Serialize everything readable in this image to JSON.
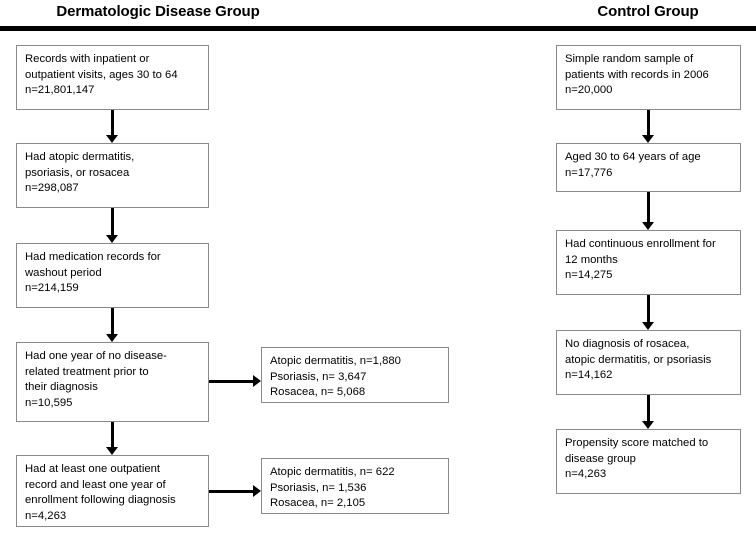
{
  "figure": {
    "type": "flowchart",
    "colors": {
      "background": "#ffffff",
      "box_border": "#8a8a8a",
      "arrow": "#000000",
      "rule": "#000000",
      "text": "#000000"
    }
  },
  "columns": {
    "left": {
      "heading": "Dermatologic Disease Group"
    },
    "right": {
      "heading": "Control Group"
    }
  },
  "disease_group": {
    "step1": {
      "line1": "Records with inpatient or",
      "line2": "outpatient visits, ages 30 to 64",
      "line3": "n=21,801,147"
    },
    "step2": {
      "line1": "Had atopic dermatitis,",
      "line2": "psoriasis, or rosacea",
      "line3": "n=298,087"
    },
    "step3": {
      "line1": "Had medication records for",
      "line2": "washout period",
      "line3": "n=214,159"
    },
    "step4": {
      "line1": "Had one year of no disease-",
      "line2": "related treatment prior to",
      "line3": "their diagnosis",
      "line4": "n=10,595"
    },
    "step5": {
      "line1": "Had at least one outpatient",
      "line2": "record and least one year of",
      "line3": "enrollment following diagnosis",
      "line4": "n=4,263"
    }
  },
  "breakdowns": {
    "after_step4": {
      "line1": "Atopic dermatitis, n=1,880",
      "line2": "Psoriasis, n= 3,647",
      "line3": "Rosacea, n= 5,068"
    },
    "after_step5": {
      "line1": "Atopic dermatitis, n= 622",
      "line2": "Psoriasis, n= 1,536",
      "line3": "Rosacea, n= 2,105"
    }
  },
  "control_group": {
    "step1": {
      "line1": "Simple random sample of",
      "line2": "patients with records in 2006",
      "line3": "n=20,000"
    },
    "step2": {
      "line1": "Aged 30 to 64 years of age",
      "line2": "n=17,776"
    },
    "step3": {
      "line1": "Had continuous enrollment for",
      "line2": "12 months",
      "line3": "n=14,275"
    },
    "step4": {
      "line1": "No diagnosis of rosacea,",
      "line2": "atopic dermatitis, or psoriasis",
      "line3": "n=14,162"
    },
    "step5": {
      "line1": "Propensity score matched to",
      "line2": "disease group",
      "line3": "n=4,263"
    }
  }
}
